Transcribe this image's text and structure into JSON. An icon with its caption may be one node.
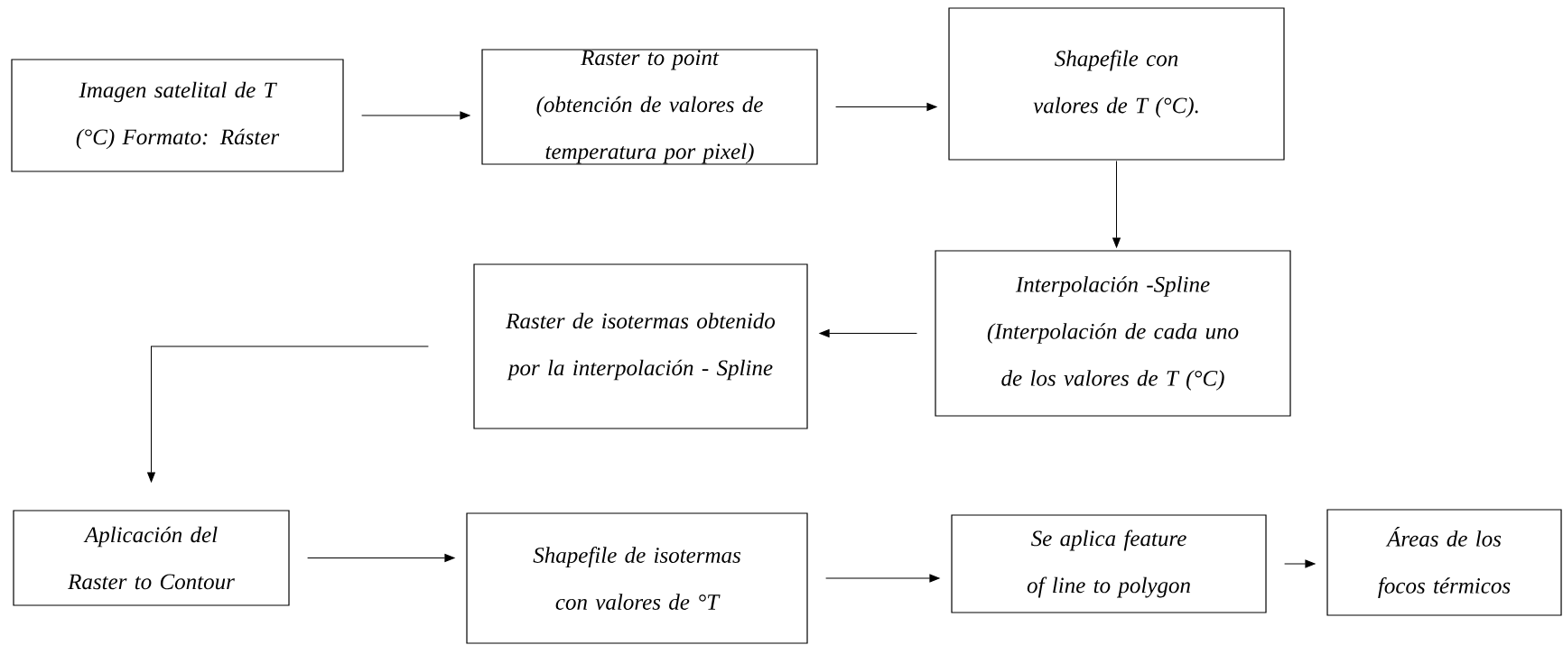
{
  "diagram": {
    "nodes": [
      {
        "text": [
          "Imagen satelital de T (°C) Formato: Ráster"
        ]
      },
      {
        "text": [
          "Raster to point (obtención de valores de temperatura por pixel)"
        ]
      },
      {
        "text": [
          "Shapefile con valores de T (°C)."
        ]
      },
      {
        "text": [
          "Interpolación -Spline (Interpolación de cada uno de los valores de T (°C)"
        ]
      },
      {
        "text": [
          "Raster de isotermas obtenido por la interpolación - Spline"
        ]
      },
      {
        "text": [
          "Aplicación del Raster to Contour"
        ]
      },
      {
        "text": [
          "Shapefile de isotermas con valores de °T"
        ]
      },
      {
        "text": [
          "Se aplica feature of line to polygon"
        ]
      },
      {
        "text": [
          "Áreas de los focos térmicos"
        ]
      }
    ],
    "edges": [
      {
        "from": 0,
        "to": 1,
        "arrow": "to"
      },
      {
        "from": 1,
        "to": 2,
        "arrow": "to"
      },
      {
        "from": 2,
        "to": 3,
        "arrow": "to"
      },
      {
        "from": 3,
        "to": 4,
        "arrow": "to"
      },
      {
        "from": 4,
        "to": 5,
        "arrow": "to"
      },
      {
        "from": 5,
        "to": 6,
        "arrow": "to"
      },
      {
        "from": 6,
        "to": 7,
        "arrow": "to"
      },
      {
        "from": 7,
        "to": 8,
        "arrow": "to"
      }
    ]
  }
}
